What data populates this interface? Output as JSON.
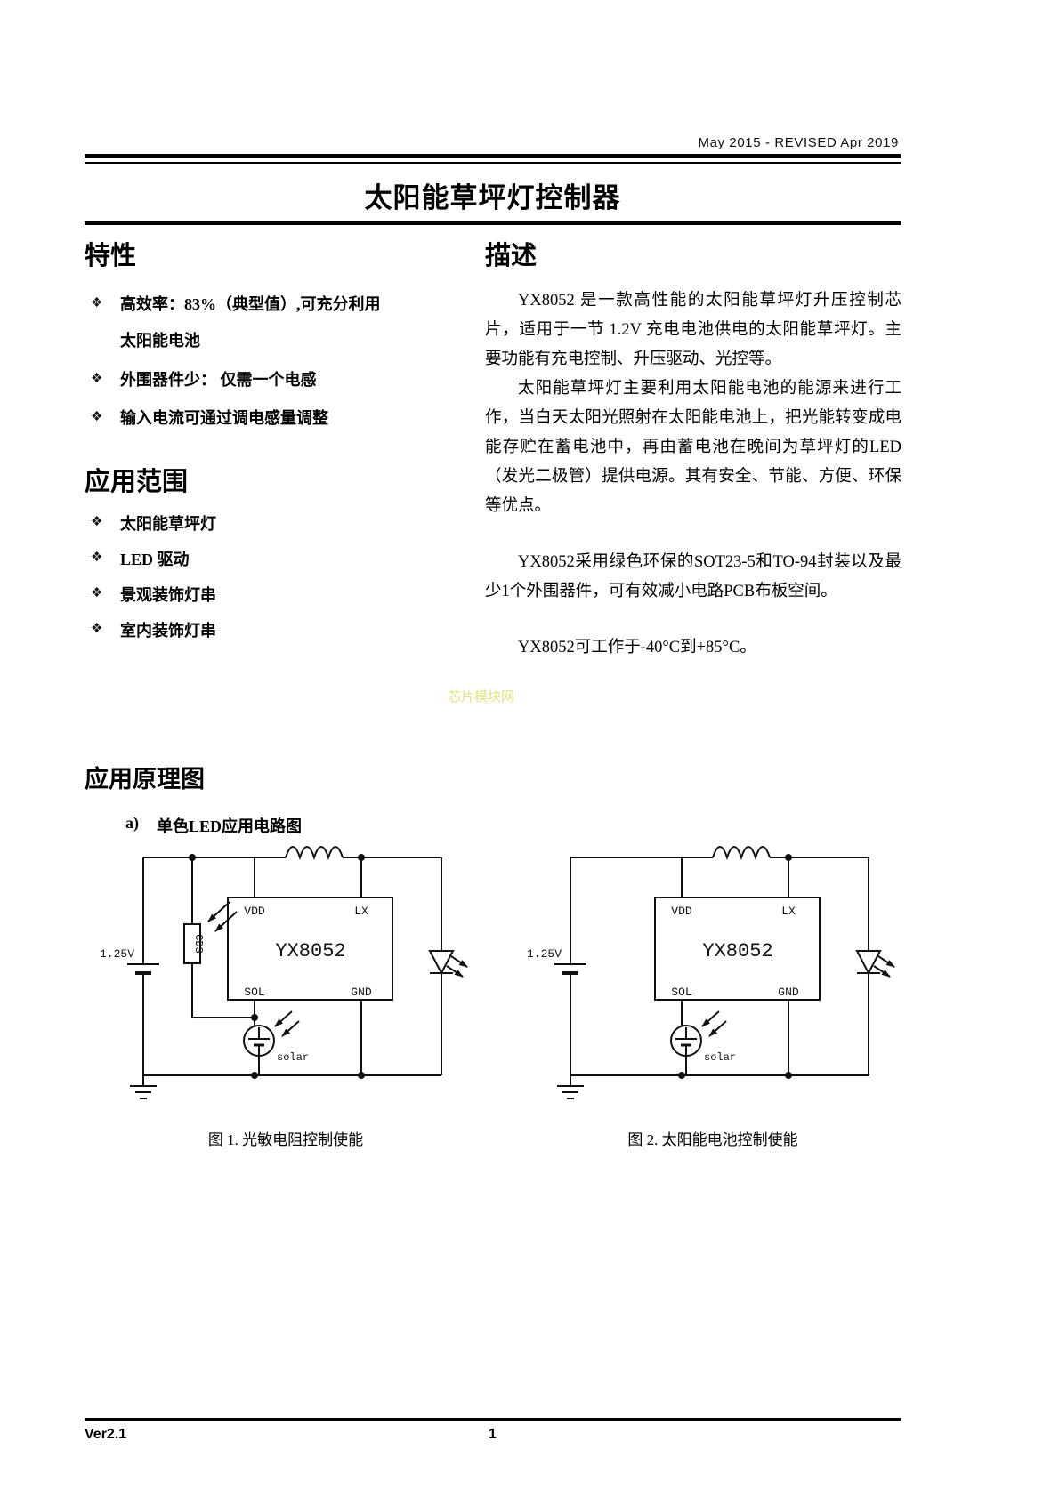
{
  "page": {
    "header_date": "May 2015 - REVISED Apr 2019",
    "title": "太阳能草坪灯控制器",
    "watermark": "芯片模块网",
    "footer_version": "Ver2.1",
    "footer_page_number": "1"
  },
  "glyphs": {
    "bullet": "❖"
  },
  "features": {
    "heading": "特性",
    "items": [
      "高效率：83%（典型值）,可充分利用太阳能电池",
      "外围器件少： 仅需一个电感",
      "输入电流可通过调电感量调整"
    ]
  },
  "applications": {
    "heading": "应用范围",
    "items": [
      "太阳能草坪灯",
      "LED 驱动",
      "景观装饰灯串",
      "室内装饰灯串"
    ]
  },
  "description": {
    "heading": "描述",
    "paragraphs": [
      "YX8052 是一款高性能的太阳能草坪灯升压控制芯片，适用于一节 1.2V 充电电池供电的太阳能草坪灯。主要功能有充电控制、升压驱动、光控等。",
      "太阳能草坪灯主要利用太阳能电池的能源来进行工作，当白天太阳光照射在太阳能电池上，把光能转变成电能存贮在蓄电池中，再由蓄电池在晚间为草坪灯的LED（发光二极管）提供电源。其有安全、节能、方便、环保等优点。",
      "YX8052采用绿色环保的SOT23-5和TO-94封装以及最少1个外围器件，可有效减小电路PCB布板空间。",
      "YX8052可工作于-40°C到+85°C。"
    ]
  },
  "schematics": {
    "heading": "应用原理图",
    "sub_label": "a)",
    "sub_title": "单色LED应用电路图",
    "fig1_caption": "图 1. 光敏电阻控制使能",
    "fig2_caption": "图 2. 太阳能电池控制使能",
    "labels": {
      "battery": "1.25V",
      "chip": "YX8052",
      "vdd": "VDD",
      "lx": "LX",
      "sol": "SOL",
      "gnd": "GND",
      "cds": "CDS",
      "solar": "solar"
    }
  }
}
